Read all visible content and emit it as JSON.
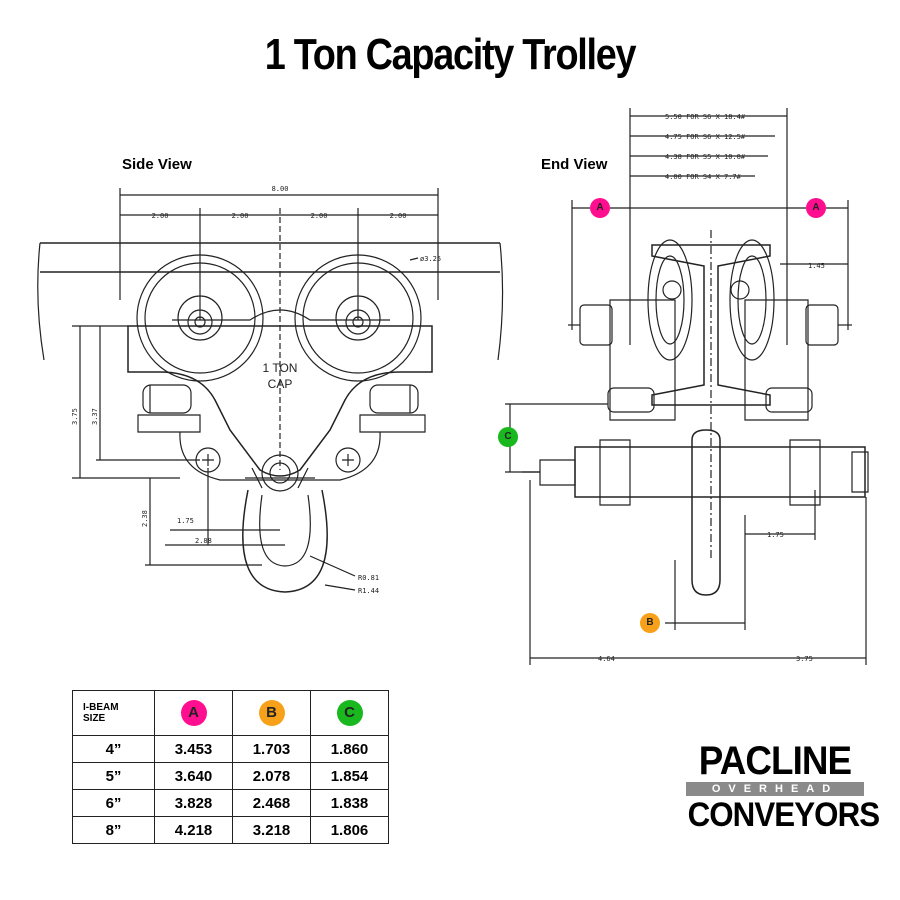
{
  "title": "1 Ton Capacity Trolley",
  "side_view": {
    "label": "Side View",
    "overall": "8.00",
    "spacing": [
      "2.00",
      "2.00",
      "2.00",
      "2.00"
    ],
    "wheel_dia": "ø3.25",
    "cap_line1": "1 TON",
    "cap_line2": "CAP",
    "h1": "3.75",
    "h2": "3.37",
    "h3": "2.38",
    "w1": "1.75",
    "w2": "2.88",
    "r1": "R0.81",
    "r2": "R1.44"
  },
  "end_view": {
    "label": "End View",
    "flanges": [
      "5.50 FOR S6 X 18.4#",
      "4.75 FOR S6 X 12.5#",
      "4.38 FOR S5 X 10.0#",
      "4.00 FOR S4 X 7.7#"
    ],
    "side_offset": "1.45",
    "hook_offset": "1.75",
    "left_width": "4.64",
    "right_width": "3.75"
  },
  "badges": {
    "a": {
      "label": "A",
      "color": "#ff0f8f"
    },
    "b": {
      "label": "B",
      "color": "#f7a11a"
    },
    "c": {
      "label": "C",
      "color": "#19b81e"
    }
  },
  "table": {
    "header_line1": "I-BEAM",
    "header_line2": "SIZE",
    "rows": [
      {
        "size": "4”",
        "a": "3.453",
        "b": "1.703",
        "c": "1.860"
      },
      {
        "size": "5”",
        "a": "3.640",
        "b": "2.078",
        "c": "1.854"
      },
      {
        "size": "6”",
        "a": "3.828",
        "b": "2.468",
        "c": "1.838"
      },
      {
        "size": "8”",
        "a": "4.218",
        "b": "3.218",
        "c": "1.806"
      }
    ]
  },
  "logo": {
    "line1": "PACLINE",
    "line2": "OVERHEAD",
    "line3": "CONVEYORS"
  }
}
